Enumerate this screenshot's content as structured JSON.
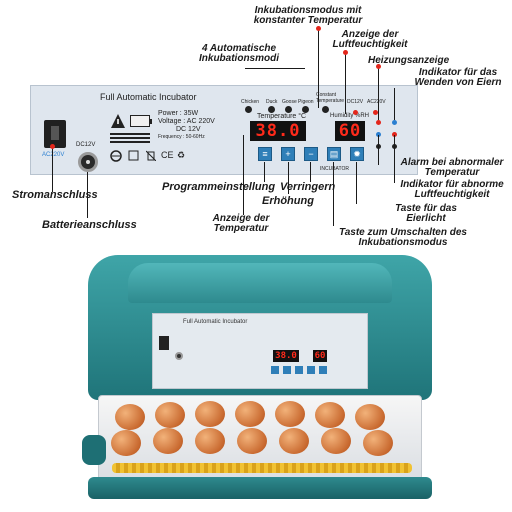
{
  "panel": {
    "title": "Full Automatic Incubator",
    "power": "Power : 35W",
    "voltage": "Voltage : AC 220V",
    "voltage_dc": "DC 12V",
    "frequency": "Frequency : 50-60Hz",
    "ac_label": "AC220V",
    "dc_label": "DC12V",
    "modes": [
      "Chicken",
      "Duck",
      "Goose",
      "Pigeon"
    ],
    "constant_label": "Constant Temperature",
    "temp_label": "Temperature °C",
    "temp_value": "38.0",
    "humidity_label": "Humidity %RH",
    "humidity_value": "60",
    "indicator_dc": "DC12V",
    "indicator_ac": "AC220V",
    "brand": "INCUBATOR",
    "cert_marks": [
      "CE",
      "♻"
    ]
  },
  "annotations": {
    "const_mode": "Inkubationsmodus mit konstanter Temperatur",
    "humidity_display": "Anzeige der Luftfeuchtigkeit",
    "four_modes": "4 Automatische Inkubationsmodi",
    "heating": "Heizungsanzeige",
    "turning": "Indikator für das Wenden von Eiern",
    "power_conn": "Stromanschluss",
    "battery_conn": "Batterieanschluss",
    "program": "Programmeinstellung",
    "decrease": "Verringern",
    "increase": "Erhöhung",
    "temp_display": "Anzeige der Temperatur",
    "alarm": "Alarm bei abnormaler Temperatur",
    "abn_humidity": "Indikator für abnorme Luftfeuchtigkeit",
    "egg_light": "Taste für das Eierlicht",
    "mode_switch": "Taste zum Umschalten des Inkubationsmodus"
  },
  "incubator": {
    "title": "Full Automatic Incubator",
    "temp_value": "38.0",
    "humidity_value": "60"
  },
  "colors": {
    "accent_teal": "#2e8a8e",
    "display_red": "#ff2a1a",
    "button_blue": "#2f7fb8",
    "marker_red": "#e3261b"
  }
}
